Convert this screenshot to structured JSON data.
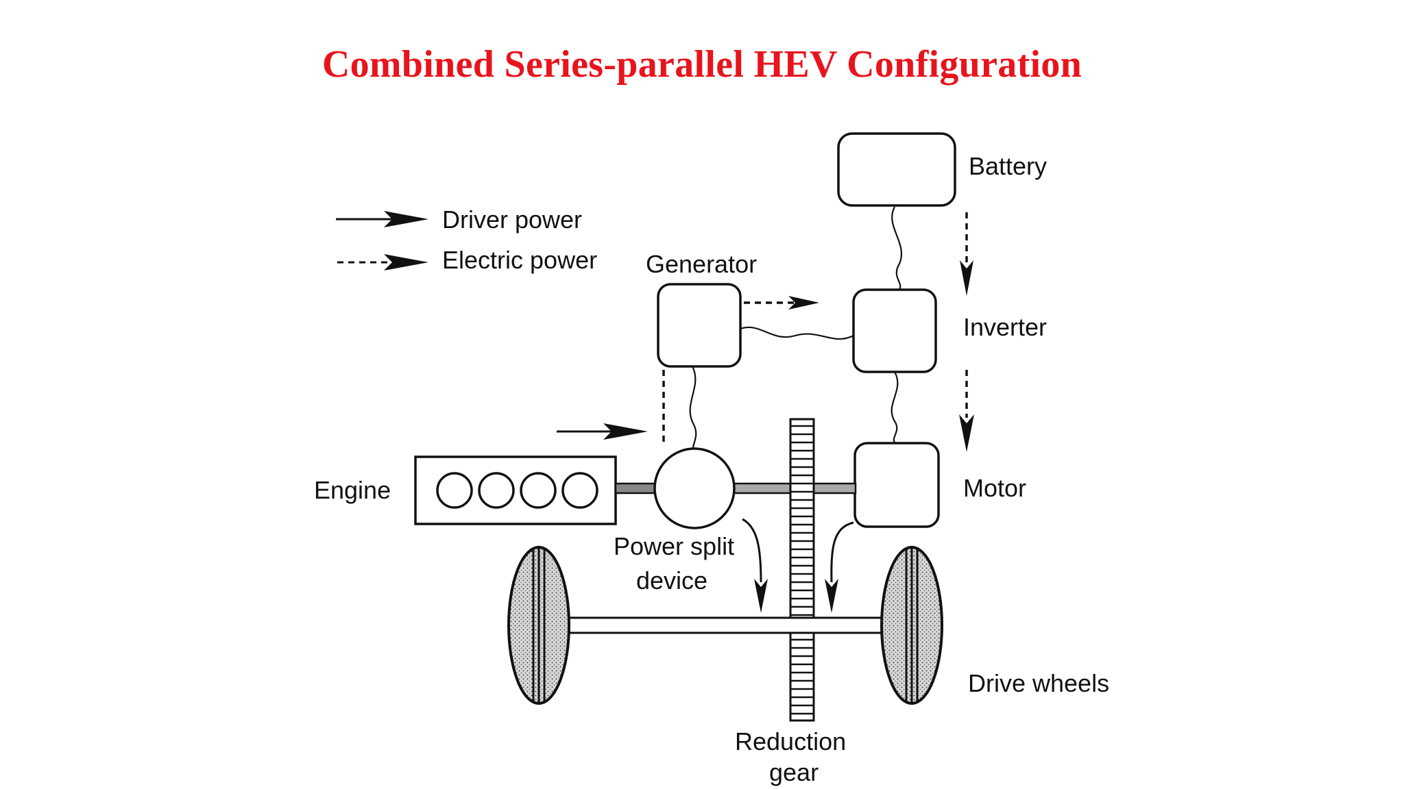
{
  "title": "Combined Series-parallel HEV Configuration",
  "colors": {
    "title": "#e8141c",
    "ink": "#111111",
    "background": "#ffffff"
  },
  "legend": {
    "solid_arrow": "Driver power",
    "dashed_arrow": "Electric power"
  },
  "components": {
    "battery": "Battery",
    "generator": "Generator",
    "inverter": "Inverter",
    "motor": "Motor",
    "engine": "Engine",
    "power_split_line1": "Power split",
    "power_split_line2": "device",
    "drive_wheels": "Drive wheels",
    "reduction_gear_line1": "Reduction",
    "reduction_gear_line2": "gear"
  }
}
